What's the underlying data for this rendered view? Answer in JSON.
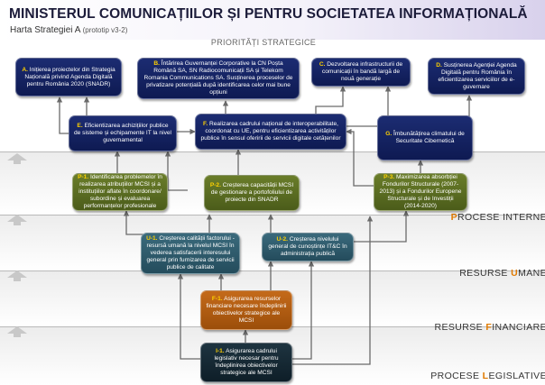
{
  "header": {
    "title": "MINISTERUL COMUNICAȚIILOR ȘI PENTRU SOCIETATEA INFORMAȚIONALĂ",
    "subtitle": "Harta Strategiei A",
    "subtitle_note": "(prototip v3-2)",
    "section_label": "PRIORITĂȚI STRATEGICE"
  },
  "bands": [
    {
      "label_pre": "",
      "label_hl": "P",
      "label_post": "ROCESE INTERNE"
    },
    {
      "label_pre": "RESURSE ",
      "label_hl": "U",
      "label_post": "MANE"
    },
    {
      "label_pre": "RESURSE ",
      "label_hl": "F",
      "label_post": "INANCIARE"
    },
    {
      "label_pre": "PROCESE ",
      "label_hl": "L",
      "label_post": "EGISLATIVE"
    }
  ],
  "boxes": {
    "A": {
      "code": "A.",
      "text": " Inițierea proiectelor din Strategia Națională privind Agenda Digitală pentru România 2020 (SNADR)"
    },
    "B": {
      "code": "B.",
      "text": " Întărirea Guvernanței Corporative la CN Poșta Română SA, SN Radiocomunicații SA și Telekom Romania Communications SA. Susținerea proceselor de privatizare potențială după identificarea celor mai bune opțiuni"
    },
    "C": {
      "code": "C.",
      "text": " Dezvoltarea infrastructurii de comunicații în bandă largă de nouă generație"
    },
    "D": {
      "code": "D.",
      "text": " Susținerea Agenției Agenda Digitală pentru România în eficientizarea serviciilor de e-guvernare"
    },
    "E": {
      "code": "E.",
      "text": " Eficientizarea achizițiilor publice de sisteme și echipamente IT la nivel guvernamental"
    },
    "F": {
      "code": "F.",
      "text": " Realizarea cadrului național de interoperabilitate, coordonat cu UE, pentru eficientizarea activităților publice în sensul oferirii de servicii digitale cetățenilor"
    },
    "G": {
      "code": "G.",
      "text": " Îmbunătățirea climatului de Securitate Cibernetică"
    },
    "P1": {
      "code": "P-1.",
      "text": " Identificarea problemelor în realizarea atribuțiilor MCSI și a instituțiilor aflate în coordonare/ subordine și evaluarea performanțelor profesionale"
    },
    "P2": {
      "code": "P-2.",
      "text": " Creșterea capacității MCSI de gestionare a portofoliului de proiecte din SNADR"
    },
    "P3": {
      "code": "P-3.",
      "text": " Maximizarea absorbției Fondurilor Structurale (2007-2013) și a Fondurilor Europene Structurale și de Investiții (2014-2020)"
    },
    "U1": {
      "code": "U-1.",
      "text": " Creșterea calității factorului - resursă umană la nivelul MCSI în vederea satisfacerii interesului general prin furnizarea de servicii publice de calitate"
    },
    "U2": {
      "code": "U-2.",
      "text": " Creșterea nivelului general de cunoștințe IT&C în administrația publică"
    },
    "F1": {
      "code": "F-1.",
      "text": " Asigurarea resurselor financiare necesare îndeplinirii obiectivelor strategice ale MCSI"
    },
    "I1": {
      "code": "I-1.",
      "text": " Asigurarea cadrului legislativ necesar pentru îndeplinirea obiectivelor strategice ale MCSI"
    }
  },
  "colors": {
    "strategic": "#14226a",
    "internal": "#56681f",
    "human": "#2d5c6c",
    "financial": "#b05c12",
    "legislative": "#162a36",
    "highlight": "#e07a00",
    "code": "#ffd100"
  }
}
